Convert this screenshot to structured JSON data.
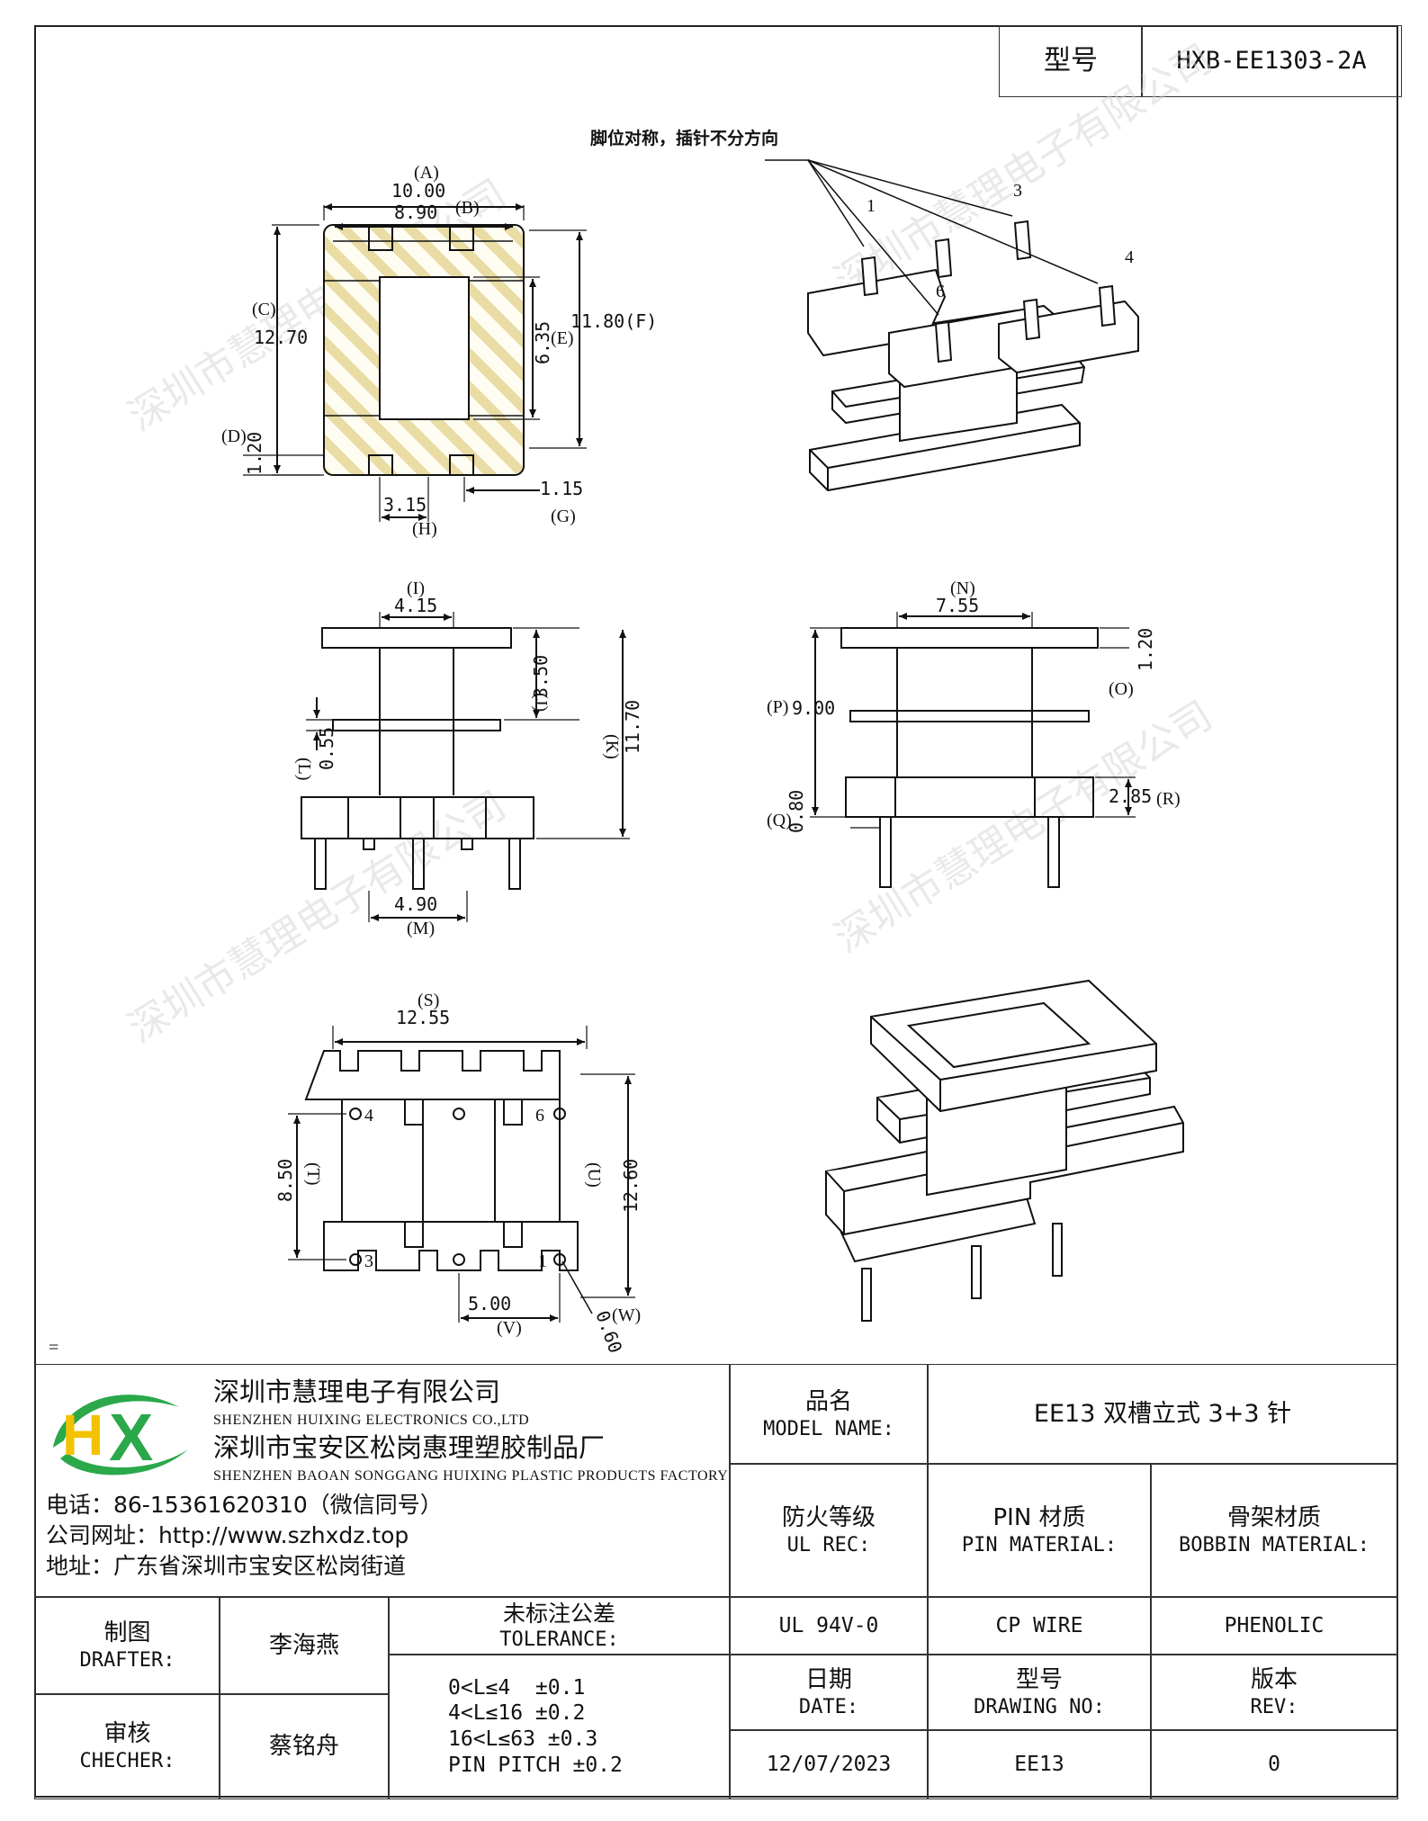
{
  "header": {
    "label": "型号",
    "value": "HXB-EE1303-2A"
  },
  "note": "脚位对称，插针不分方向",
  "pin_numbers": {
    "p1": "1",
    "p3": "3",
    "p4": "4",
    "p6": "6"
  },
  "views": {
    "top": {
      "A_label": "(A)",
      "A": "10.00",
      "B_label": "(B)",
      "B": "8.90",
      "C_label": "(C)",
      "C": "12.70",
      "F_label": "11.80(F)",
      "E_label": "(E)",
      "E": "6.35",
      "D_label": "(D)",
      "D": "1.20",
      "G_label": "(G)",
      "G": "1.15",
      "H_label": "(H)",
      "H": "3.15"
    },
    "front": {
      "I_label": "(I)",
      "I": "4.15",
      "J_label": "(J)",
      "J": "3.50",
      "K_label": "(K)",
      "K": "11.70",
      "L_label": "(L)",
      "L": "0.55",
      "M_label": "(M)",
      "M": "4.90"
    },
    "side": {
      "N_label": "(N)",
      "N": "7.55",
      "O_label": "(O)",
      "O": "1.20",
      "P_label": "(P)",
      "P": "9.00",
      "Q_label": "(Q)",
      "Q": "0.80",
      "R_label": "(R)",
      "R": "2.85"
    },
    "bottom": {
      "S_label": "(S)",
      "S": "12.55",
      "T_label": "(T)",
      "T": "8.50",
      "U_label": "(U)",
      "U": "12.60",
      "V_label": "(V)",
      "V": "5.00",
      "W_label": "(W)",
      "W": "0.60"
    }
  },
  "stray_mark": "=",
  "watermark": "深圳市慧理电子有限公司",
  "company": {
    "logo_text": "HX",
    "name_cn_1": "深圳市慧理电子有限公司",
    "name_en_1": "SHENZHEN HUIXING ELECTRONICS CO.,LTD",
    "name_cn_2": "深圳市宝安区松岗惠理塑胶制品厂",
    "name_en_2": "SHENZHEN BAOAN SONGGANG HUIXING PLASTIC PRODUCTS FACTORY",
    "phone": "电话：86-15361620310（微信同号）",
    "website": "公司网址：http://www.szhxdz.top",
    "address": "地址：广东省深圳市宝安区松岗街道"
  },
  "title_block": {
    "model_name_cn": "品名",
    "model_name_en": "MODEL NAME:",
    "model_name_value": "EE13 双槽立式 3+3 针",
    "ul_cn": "防火等级",
    "ul_en": "UL REC:",
    "pin_cn": "PIN 材质",
    "pin_en": "PIN MATERIAL:",
    "bobbin_cn": "骨架材质",
    "bobbin_en": "BOBBIN MATERIAL:",
    "ul_value": "UL 94V-0",
    "pin_value": "CP WIRE",
    "bobbin_value": "PHENOLIC",
    "drafter_cn": "制图",
    "drafter_en": "DRAFTER:",
    "drafter_value": "李海燕",
    "checker_cn": "审核",
    "checker_en": "CHECHER:",
    "checker_value": "蔡铭舟",
    "tolerance_cn": "未标注公差",
    "tolerance_en": "TOLERANCE:",
    "tolerance_rows": [
      "0<L≤4  ±0.1",
      "4<L≤16 ±0.2",
      "16<L≤63 ±0.3",
      "PIN PITCH ±0.2"
    ],
    "date_cn": "日期",
    "date_en": "DATE:",
    "date_value": "12/07/2023",
    "drawing_cn": "型号",
    "drawing_en": "DRAWING NO:",
    "drawing_value": "EE13",
    "rev_cn": "版本",
    "rev_en": "REV:",
    "rev_value": "0"
  },
  "colors": {
    "hatch": "#e9dca4",
    "logo_green": "#2ba84a",
    "logo_yellow": "#f2c200",
    "line": "#111111"
  }
}
